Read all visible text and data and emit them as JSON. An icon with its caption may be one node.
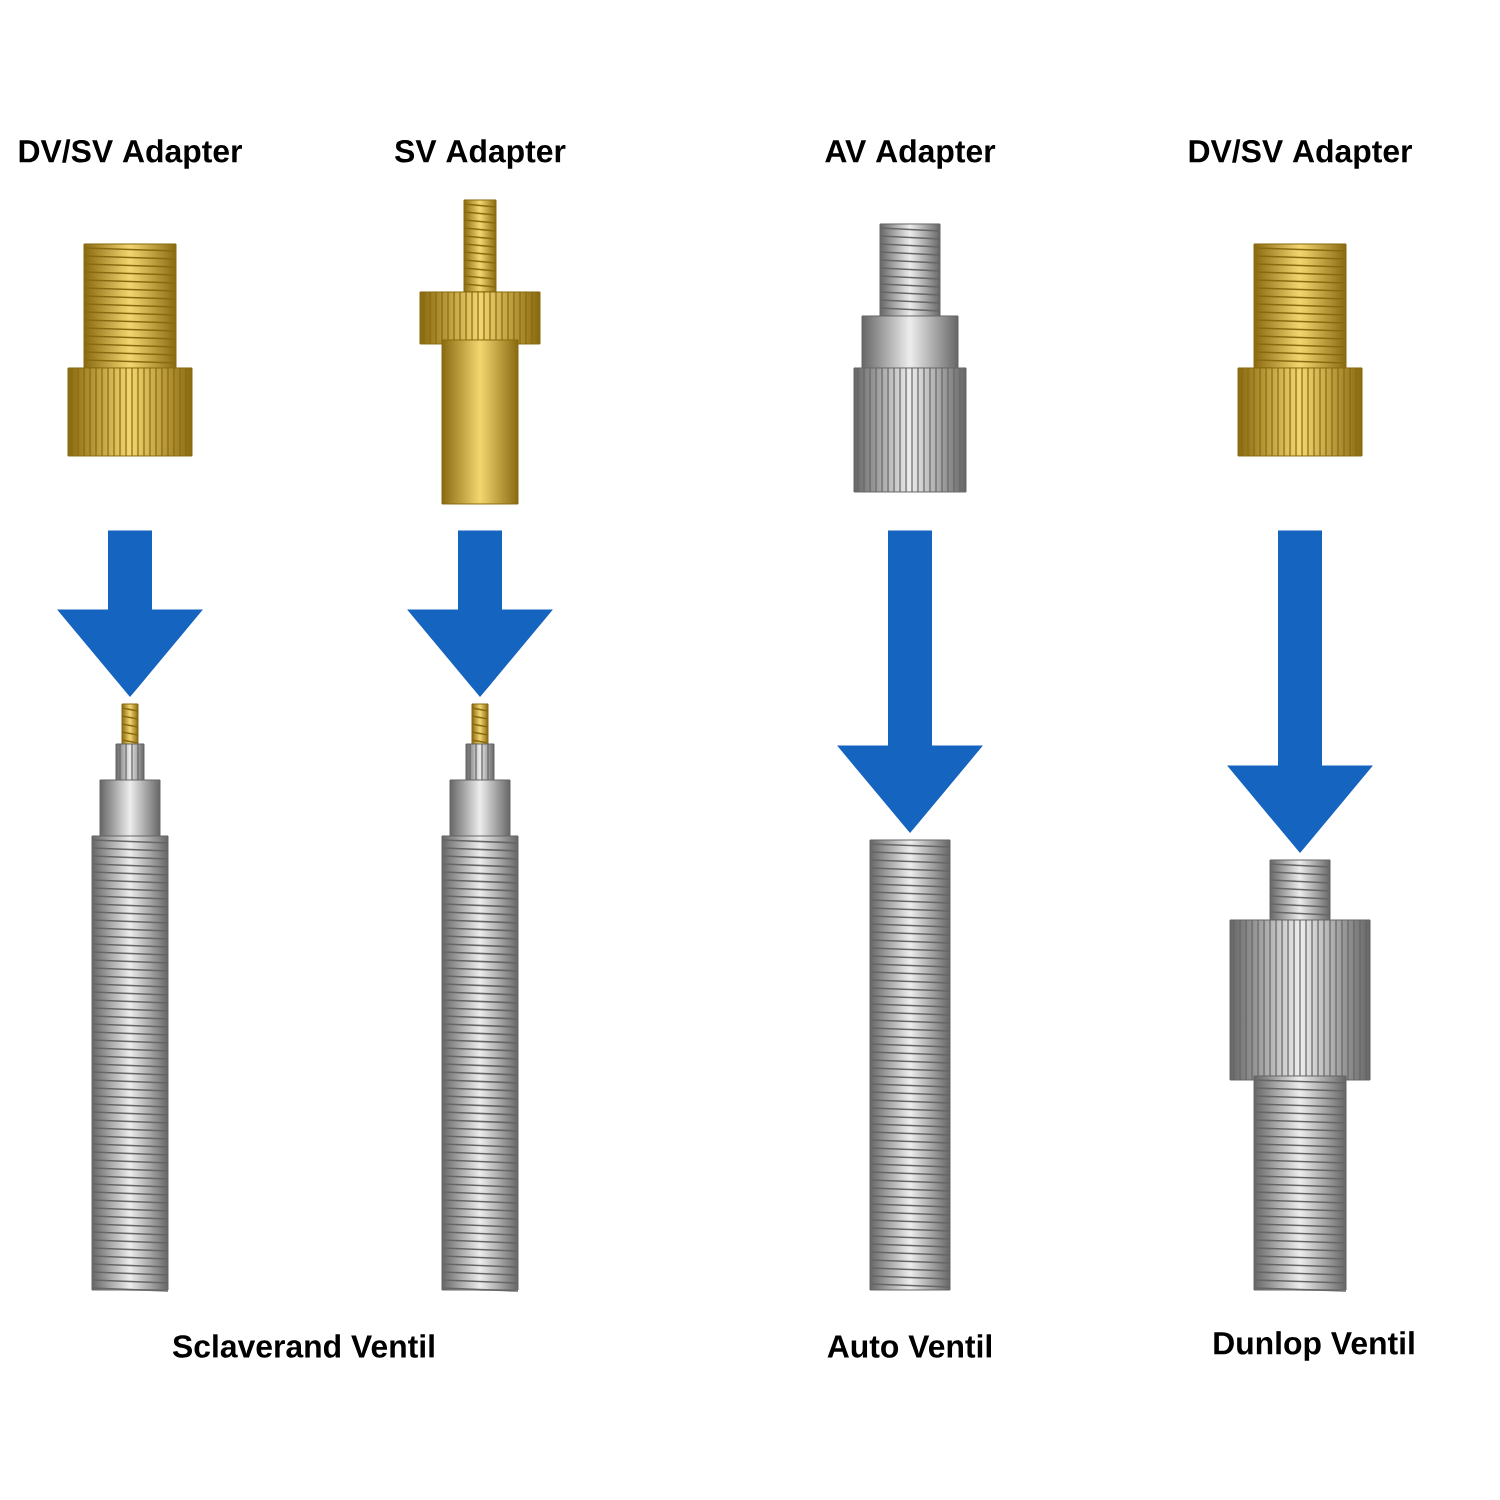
{
  "diagram": {
    "nodes": [
      {
        "text": [
          "DV/SV Adapter"
        ]
      },
      {
        "text": [
          "SV Adapter"
        ]
      },
      {
        "text": [
          "AV Adapter"
        ]
      },
      {
        "text": [
          "DV/SV Adapter"
        ]
      },
      {
        "text": [],
        "shape": "picture"
      },
      {
        "text": [],
        "shape": "picture"
      },
      {
        "text": [
          "Auto Ventil"
        ]
      },
      {
        "text": [
          "Dunlop Ventil"
        ]
      }
    ],
    "edges": [
      {
        "from": 0,
        "to": 4,
        "arrow": "to"
      },
      {
        "from": 1,
        "to": 5,
        "arrow": "to"
      },
      {
        "from": 2,
        "to": 6,
        "arrow": "to"
      },
      {
        "from": 3,
        "to": 7,
        "arrow": "to"
      }
    ],
    "labels": [
      "Sclaverand Ventil"
    ]
  }
}
